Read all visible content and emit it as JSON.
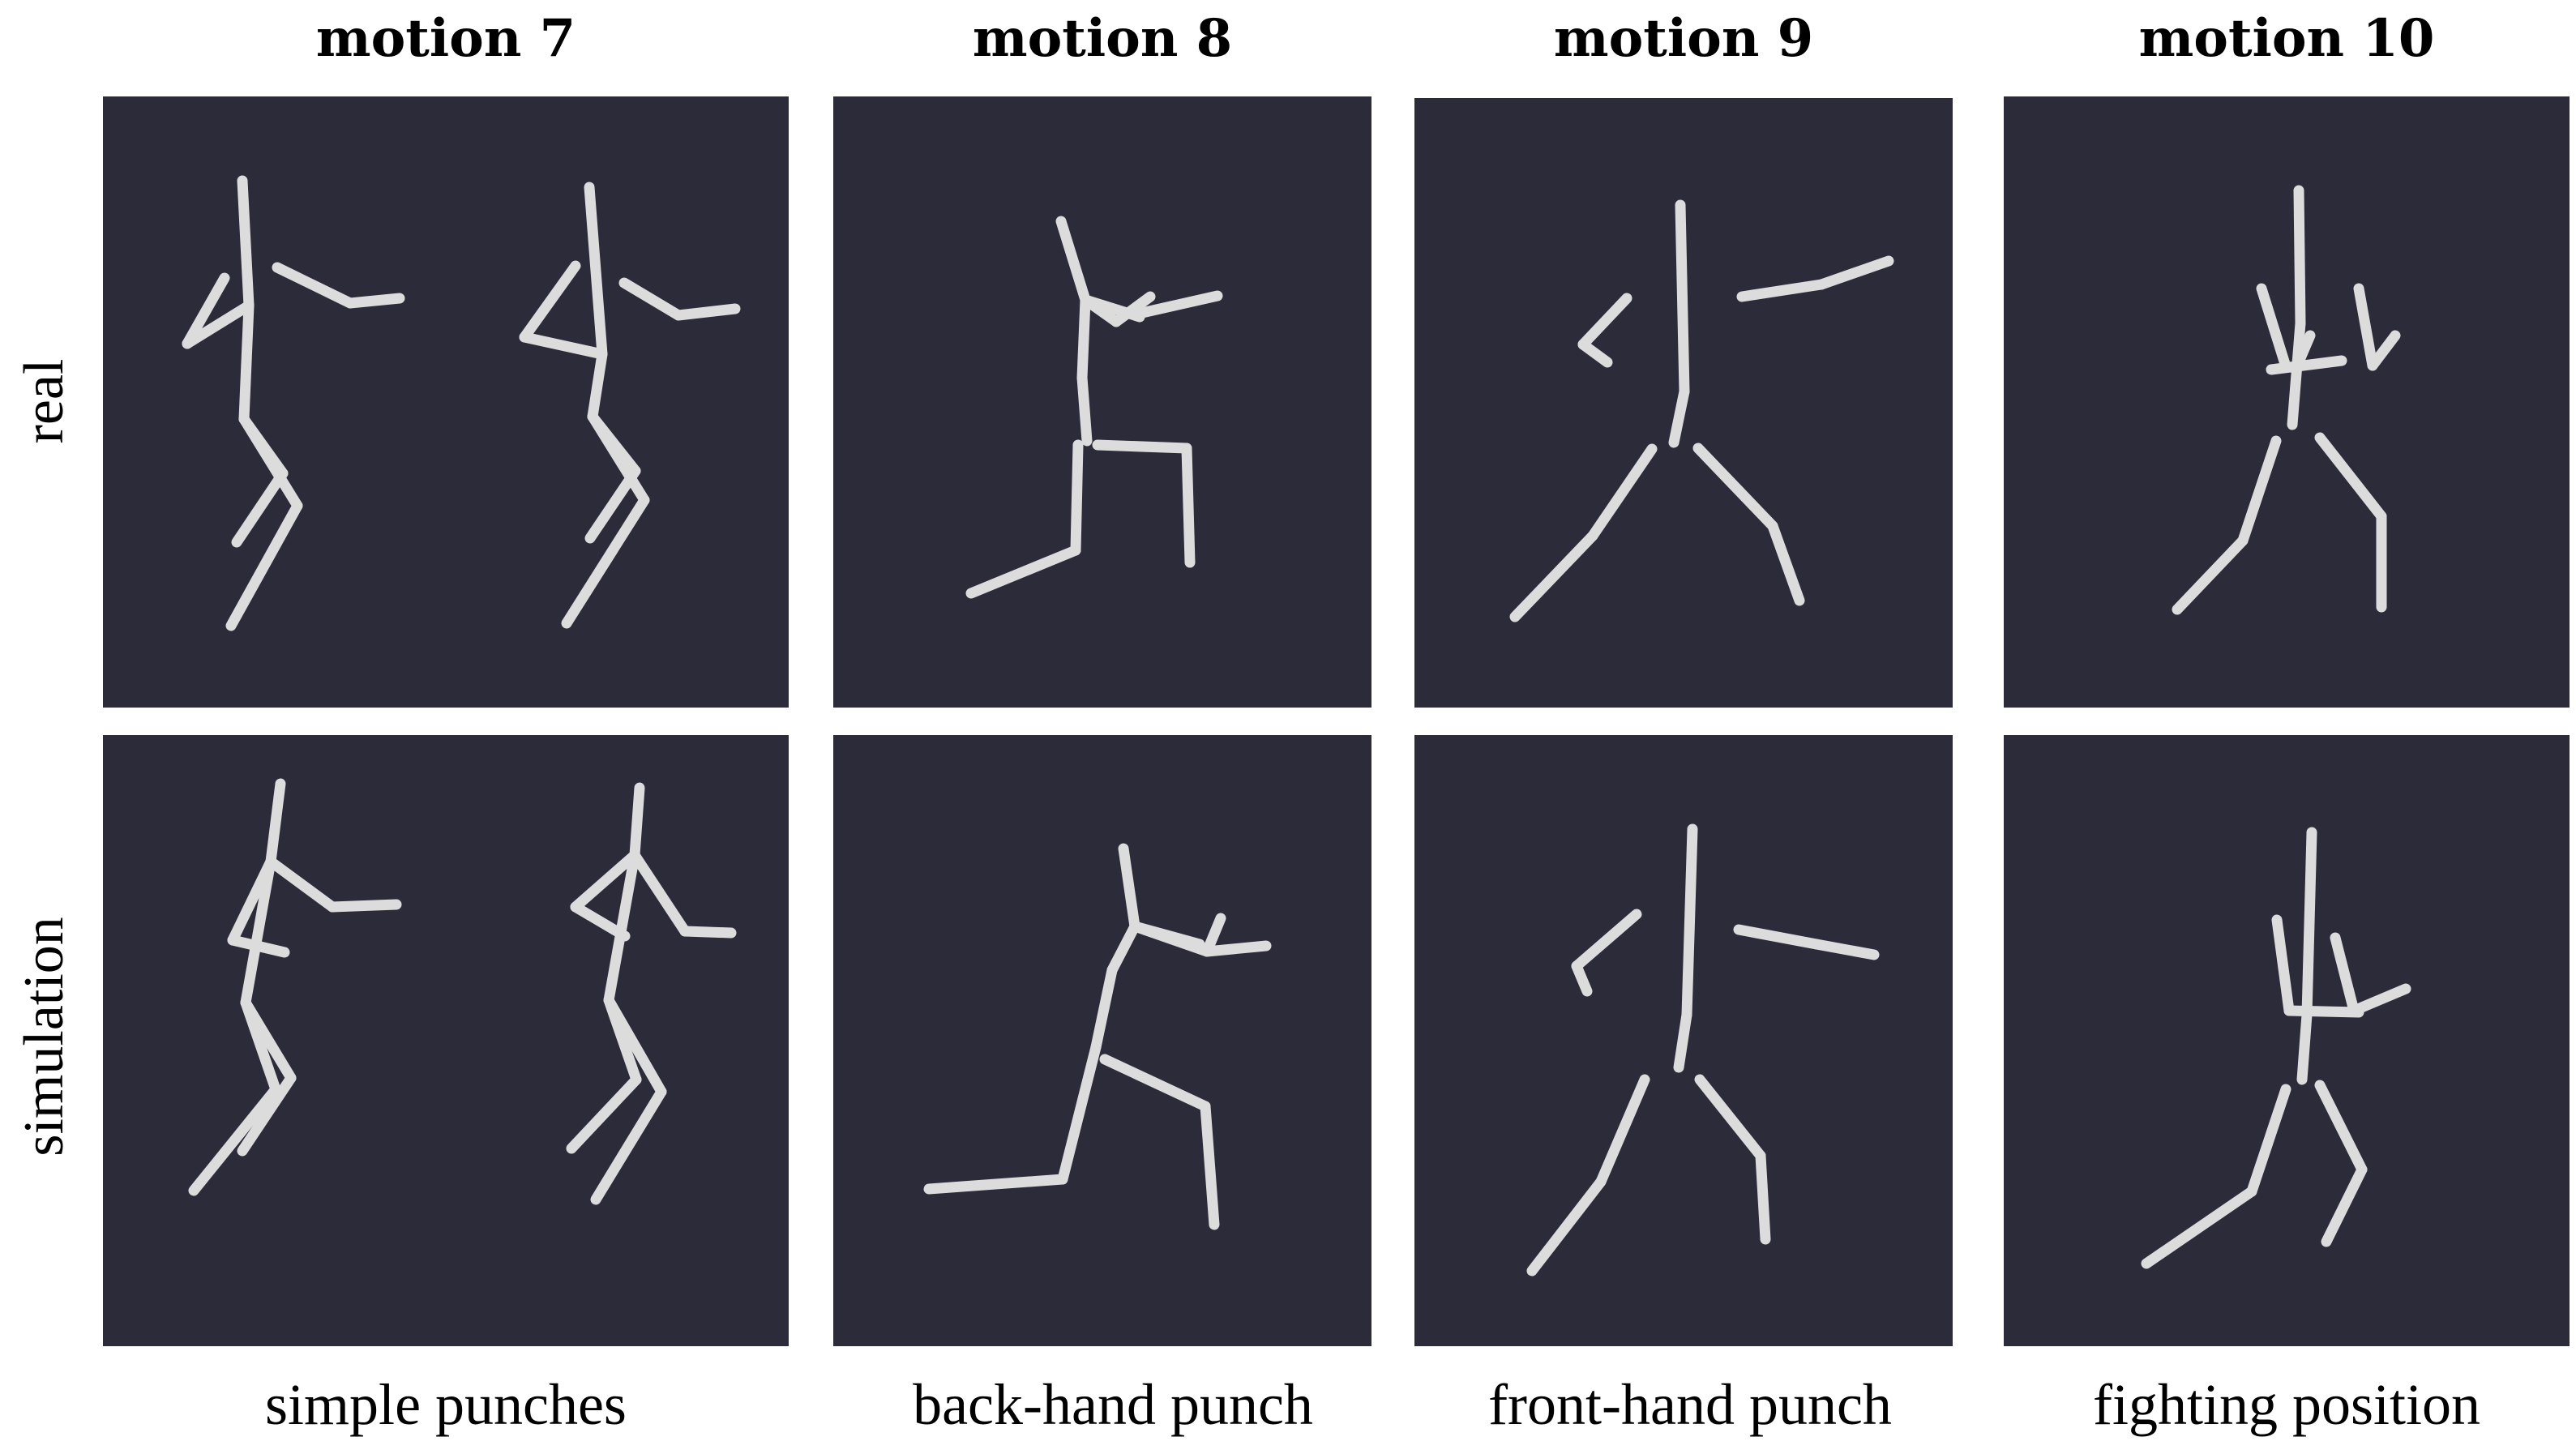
{
  "columns": [
    {
      "title": "motion 7",
      "caption": "simple punches"
    },
    {
      "title": "motion 8",
      "caption": "back-hand punch"
    },
    {
      "title": "motion 9",
      "caption": "front-hand punch"
    },
    {
      "title": "motion 10",
      "caption": "fighting position"
    }
  ],
  "rows": [
    {
      "label": "real"
    },
    {
      "label": "simulation"
    }
  ],
  "colors": {
    "panel_background": "#2b2b3a",
    "skeleton": "#dcdcdc"
  }
}
